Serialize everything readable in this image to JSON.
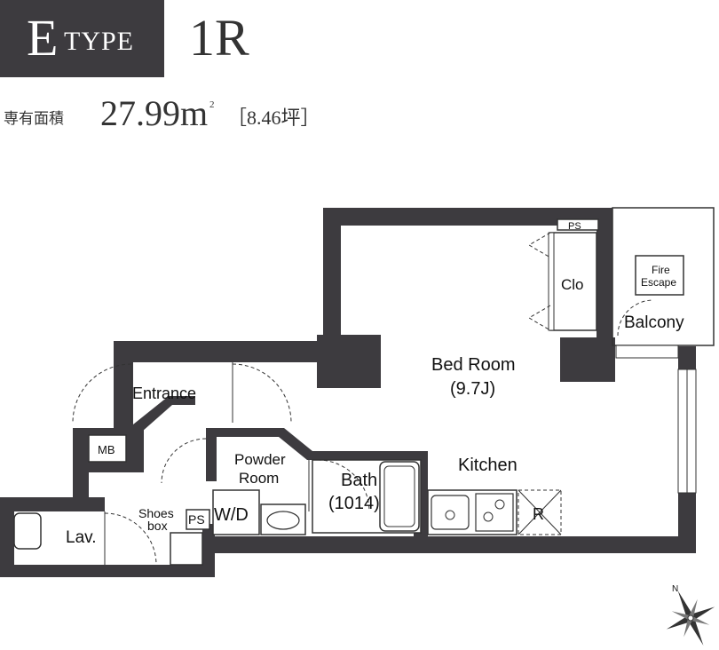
{
  "header": {
    "type_letter": "E",
    "type_word": "TYPE",
    "layout": "1R",
    "area_label": "専有面積",
    "area_value": "27.99m",
    "area_sup": "2",
    "area_tsubo": "［8.46坪］"
  },
  "rooms": {
    "bedroom": "Bed Room",
    "bedroom_size": "(9.7J)",
    "kitchen": "Kitchen",
    "balcony": "Balcony",
    "fire_escape_1": "Fire",
    "fire_escape_2": "Escape",
    "closet": "Clo",
    "ps_top": "PS",
    "entrance": "Entrance",
    "mb": "MB",
    "powder_1": "Powder",
    "powder_2": "Room",
    "bath": "Bath",
    "bath_size": "(1014)",
    "wd": "W/D",
    "ps_bottom": "PS",
    "shoes_1": "Shoes",
    "shoes_2": "box",
    "lav": "Lav.",
    "fridge": "R"
  },
  "compass": {
    "north": "N"
  },
  "colors": {
    "wall": "#3d3b3f",
    "header_bg": "#3d3b3f"
  }
}
